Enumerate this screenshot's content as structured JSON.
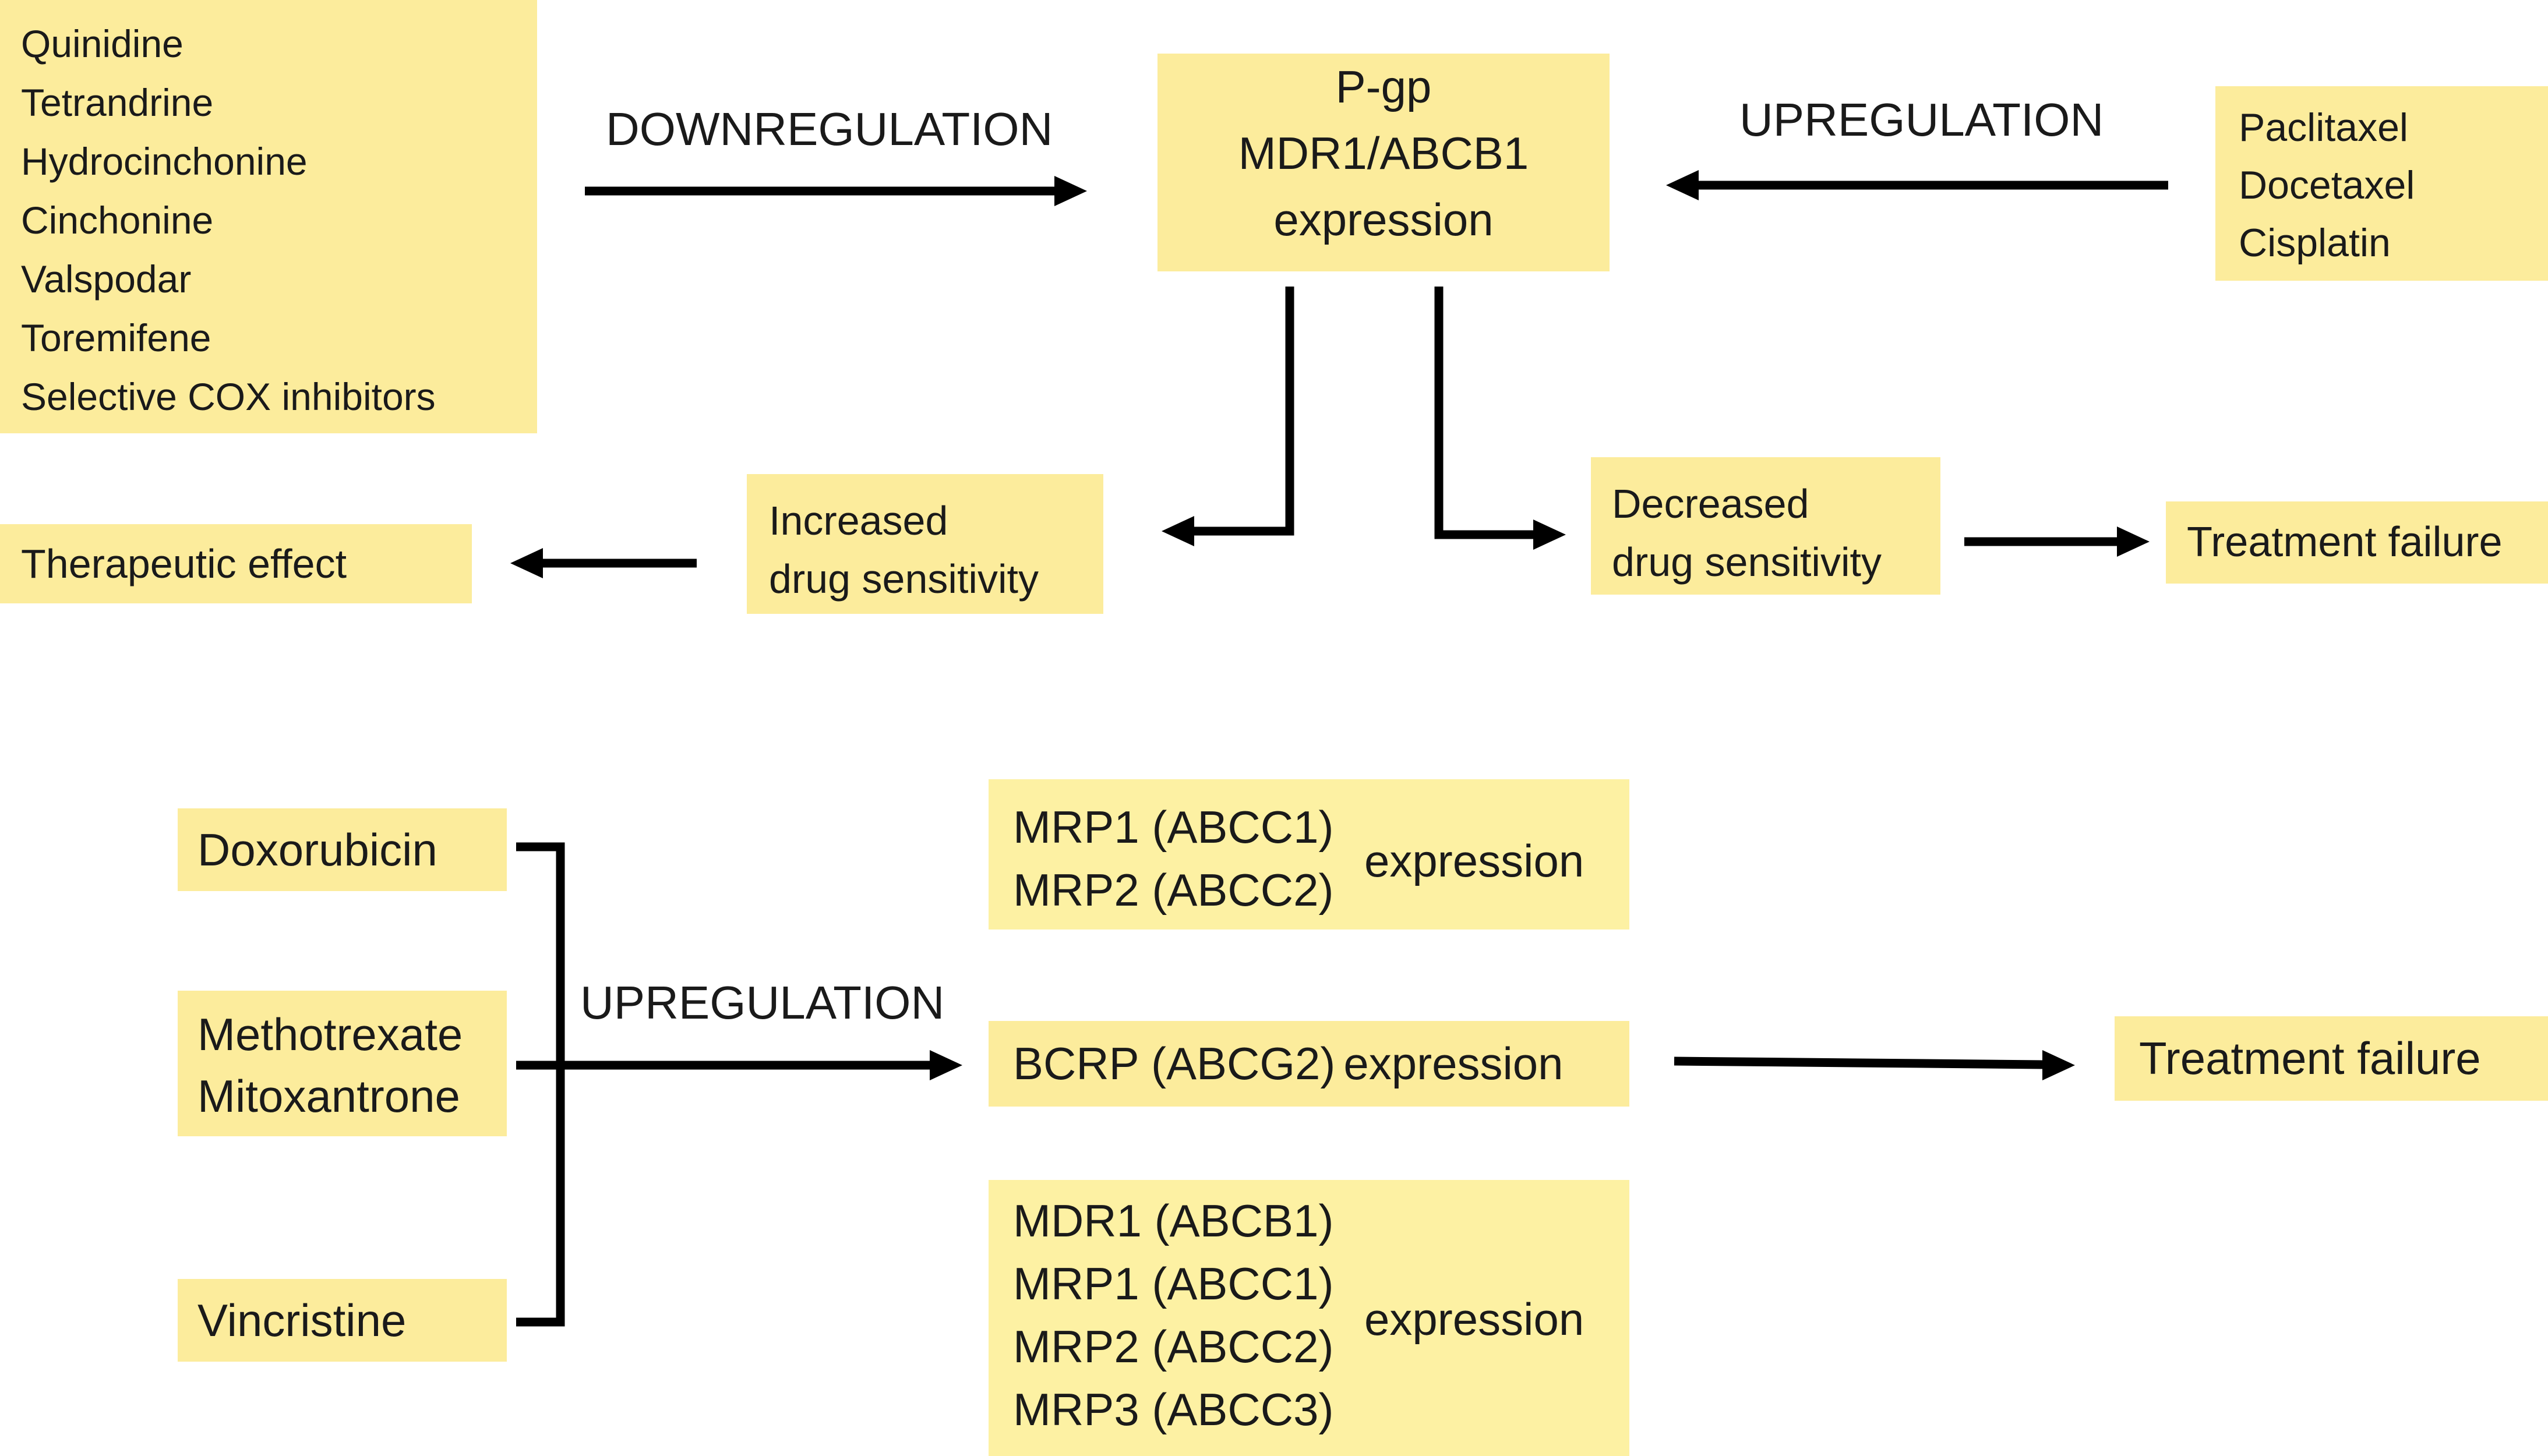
{
  "top": {
    "downregulators": [
      "Quinidine",
      "Tetrandrine",
      "Hydrocinchonine",
      "Cinchonine",
      "Valspodar",
      "Toremifene",
      "Selective  COX inhibitors"
    ],
    "downregulation_label": "DOWNREGULATION",
    "target": [
      "P-gp",
      "MDR1/ABCB1",
      "expression"
    ],
    "upregulation_label": "UPREGULATION",
    "upregulators": [
      "Paclitaxel",
      "Docetaxel",
      "Cisplatin"
    ],
    "therapeutic_effect": "Therapeutic effect",
    "increased_sensitivity": [
      "Increased",
      "drug sensitivity"
    ],
    "decreased_sensitivity": [
      "Decreased",
      "drug sensitivity"
    ],
    "treatment_failure": "Treatment failure"
  },
  "bottom": {
    "drugs": {
      "doxorubicin": "Doxorubicin",
      "methotrexate": "Methotrexate",
      "mitoxantrone": "Mitoxantrone",
      "vincristine": "Vincristine"
    },
    "upregulation_label": "UPREGULATION",
    "mrp12": {
      "lines": [
        "MRP1 (ABCC1)",
        "MRP2 (ABCC2)"
      ],
      "expression": "expression"
    },
    "bcrp": {
      "name": "BCRP (ABCG2)",
      "expression": "expression"
    },
    "mrp1234": {
      "lines": [
        "MDR1 (ABCB1)",
        "MRP1 (ABCC1)",
        "MRP2 (ABCC2)",
        "MRP3 (ABCC3)"
      ],
      "expression": "expression"
    },
    "treatment_failure": "Treatment failure"
  }
}
